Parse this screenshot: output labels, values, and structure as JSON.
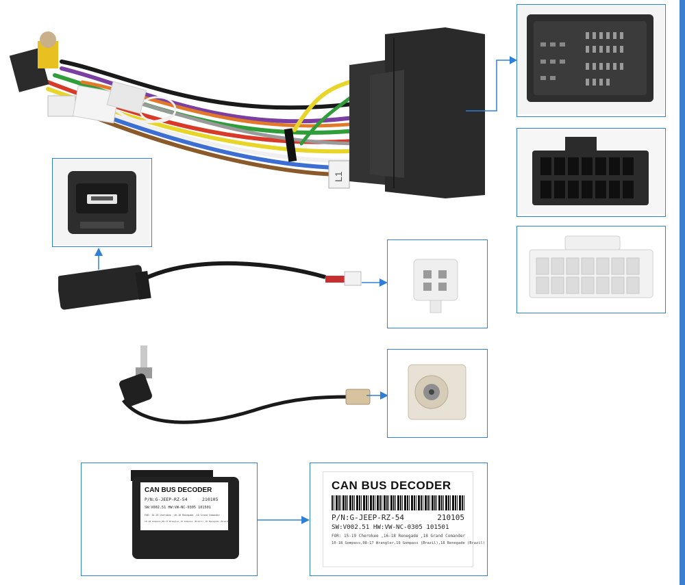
{
  "colors": {
    "panel_border": "#2f7fd6",
    "arrow": "#2f7fd6",
    "connector_black": "#2b2b2b",
    "connector_white": "#f2f2f2",
    "label_bg": "#ffffff"
  },
  "harness_label": "L1",
  "decoder_small_label": {
    "title": "CAN BUS DECODER",
    "pn": "P/N:G-JEEP-RZ-54",
    "date": "210105",
    "sw": "SW:V002.51 HW:VW-NC-0305 101501",
    "line1": "FOR: 15-19 Cherokee ,16-18 Renegade ,18 Grand Comander",
    "line2": "10-18 Gompass,08-17 Wrangler,19 Gompass (Brazil),18 Renegade (Brazil)"
  },
  "decoder_zoom_label": {
    "title": "CAN BUS DECODER",
    "pn": "P/N:G-JEEP-RZ-54",
    "date": "210105",
    "sw": "SW:V002.51 HW:VW-NC-0305 101501",
    "line1": "FOR: 15-19 Cherokee ,16-18 Renegade ,18 Grand Comander",
    "line2": "10-18 Gompass,08-17 Wrangler,19 Gompass (Brazil),18 Renegade (Brazil)"
  }
}
